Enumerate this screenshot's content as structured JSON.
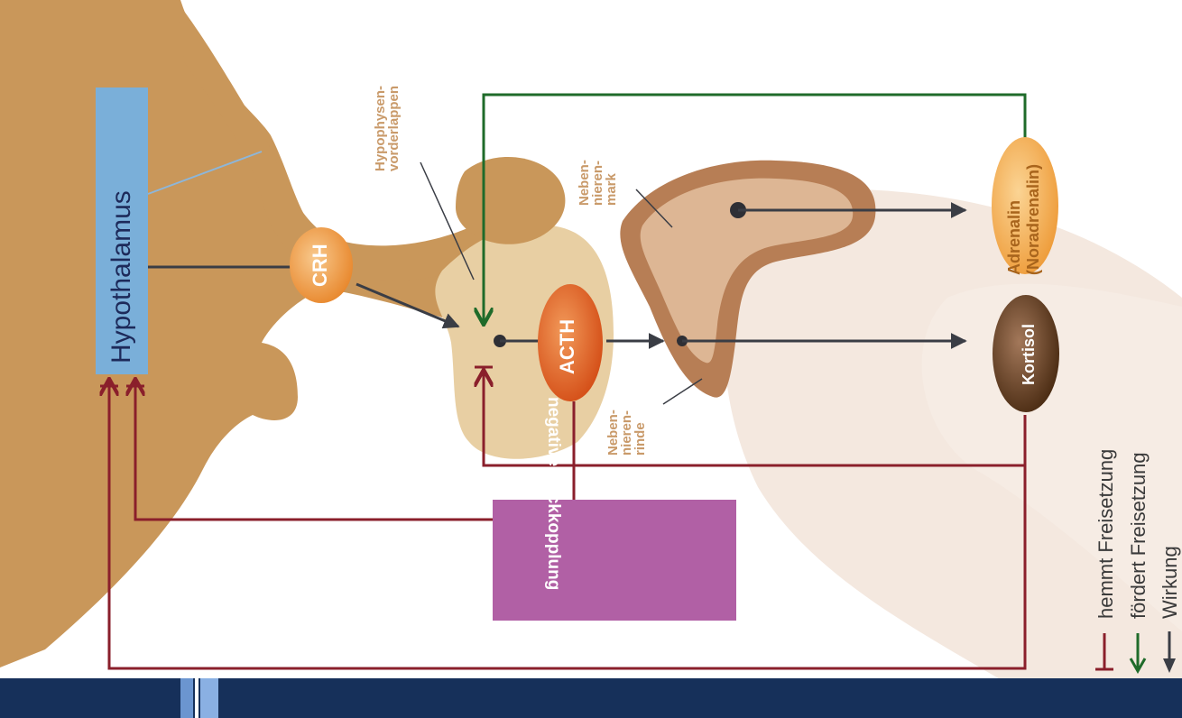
{
  "labels": {
    "hypothalamus": "Hypothalamus",
    "hypophysen": "Hypophysen-\nvorderlappen",
    "crh": "CRH",
    "acth": "ACTH",
    "nebennierenmark": "Neben-\nnieren-\nmark",
    "nebennierenrinde": "Neben-\nnieren-\nrinde",
    "adrenalin": "Adrenalin\n(Noradrenalin)",
    "kortisol": "Kortisol",
    "negative_feedback": "negative Rückkopplung"
  },
  "legend": {
    "inhibit": "hemmt Freisetzung",
    "promote": "fördert Freisetzung",
    "effect": "Wirkung"
  },
  "colors": {
    "tissue": "#c9975a",
    "pituitary_light": "#e8cfa3",
    "adrenal_outer": "#b77e55",
    "adrenal_inner": "#ddb694",
    "kidney_bg": "#f4e8df",
    "hypothalamus_box": "#7aafd9",
    "crh_circle": "#f2a24e",
    "acth_circle": "#ea6a2a",
    "kortisol_circle": "#6b4422",
    "adrenalin_circle": "#f4b253",
    "inhibit_line": "#8a1f2b",
    "promote_line": "#1f6b2a",
    "effect_arrow": "#3a3d45",
    "negative_box": "#b160a5",
    "footer": "#16305a"
  }
}
